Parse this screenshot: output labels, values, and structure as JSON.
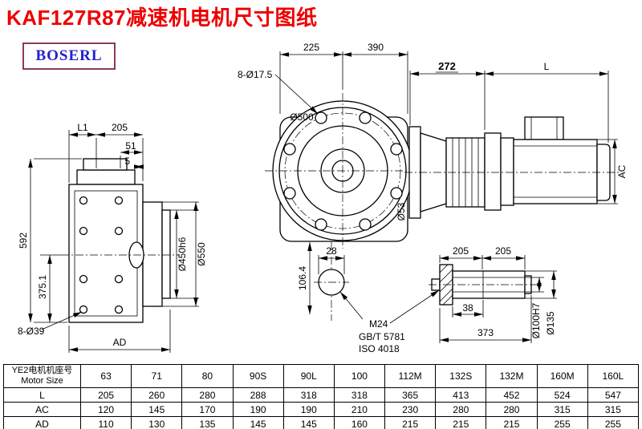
{
  "page": {
    "title": "KAF127R87减速机电机尺寸图纸",
    "brand": "BOSERL"
  },
  "colors": {
    "title_red": "#ee0000",
    "brand_blue": "#2222cc",
    "brand_border": "#8a3b5a",
    "drawing_line": "#000000"
  },
  "dims": {
    "left": {
      "l1": "L1",
      "w205": "205",
      "w51": "51",
      "w5": "5",
      "h592": "592",
      "h375": "375.1",
      "bolts": "8-Ø39",
      "ad": "AD",
      "d450": "Ø450h6",
      "d550": "Ø550"
    },
    "front": {
      "w225": "225",
      "w390": "390",
      "bolts": "8-Ø17.5",
      "d500": "Ø500",
      "d53": "Ø53",
      "w28": "28",
      "h106": "106.4"
    },
    "motor": {
      "w272": "272",
      "l": "L",
      "ac": "AC"
    },
    "shaft": {
      "w205a": "205",
      "w205b": "205",
      "w38": "38",
      "w373": "373",
      "m24": "M24",
      "gb": "GB/T 5781",
      "iso": "ISO 4018",
      "d100": "Ø100H7",
      "d135": "Ø135"
    }
  },
  "table": {
    "header_cn": "YE2电机机座号",
    "header_en": "Motor Size",
    "sizes": [
      "63",
      "71",
      "80",
      "90S",
      "90L",
      "100",
      "112M",
      "132S",
      "132M",
      "160M",
      "160L"
    ],
    "rows": [
      {
        "label": "L",
        "values": [
          "205",
          "260",
          "280",
          "288",
          "318",
          "318",
          "365",
          "413",
          "452",
          "524",
          "547"
        ]
      },
      {
        "label": "AC",
        "values": [
          "120",
          "145",
          "170",
          "190",
          "190",
          "210",
          "230",
          "280",
          "280",
          "315",
          "315"
        ]
      },
      {
        "label": "AD",
        "values": [
          "110",
          "130",
          "135",
          "145",
          "145",
          "160",
          "215",
          "215",
          "215",
          "255",
          "255"
        ]
      }
    ]
  }
}
